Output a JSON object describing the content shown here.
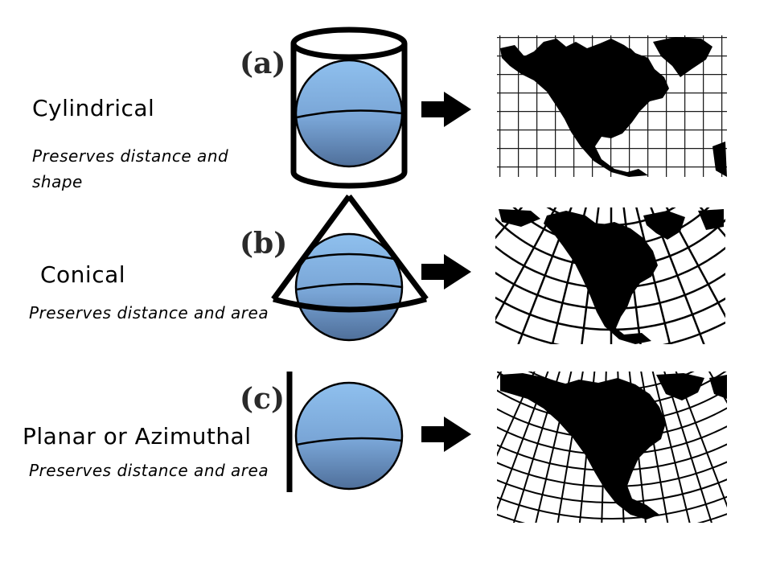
{
  "projections": [
    {
      "letter": "(a)",
      "title": "Cylindrical",
      "description": "Preserves distance and shape"
    },
    {
      "letter": "(b)",
      "title": "Conical",
      "description": "Preserves distance and area"
    },
    {
      "letter": "(c)",
      "title": "Planar or Azimuthal",
      "description": "Preserves distance and area"
    }
  ],
  "colors": {
    "globe_light": "#8fc0ee",
    "globe_dark": "#4f6f9a",
    "ink": "#000000"
  }
}
